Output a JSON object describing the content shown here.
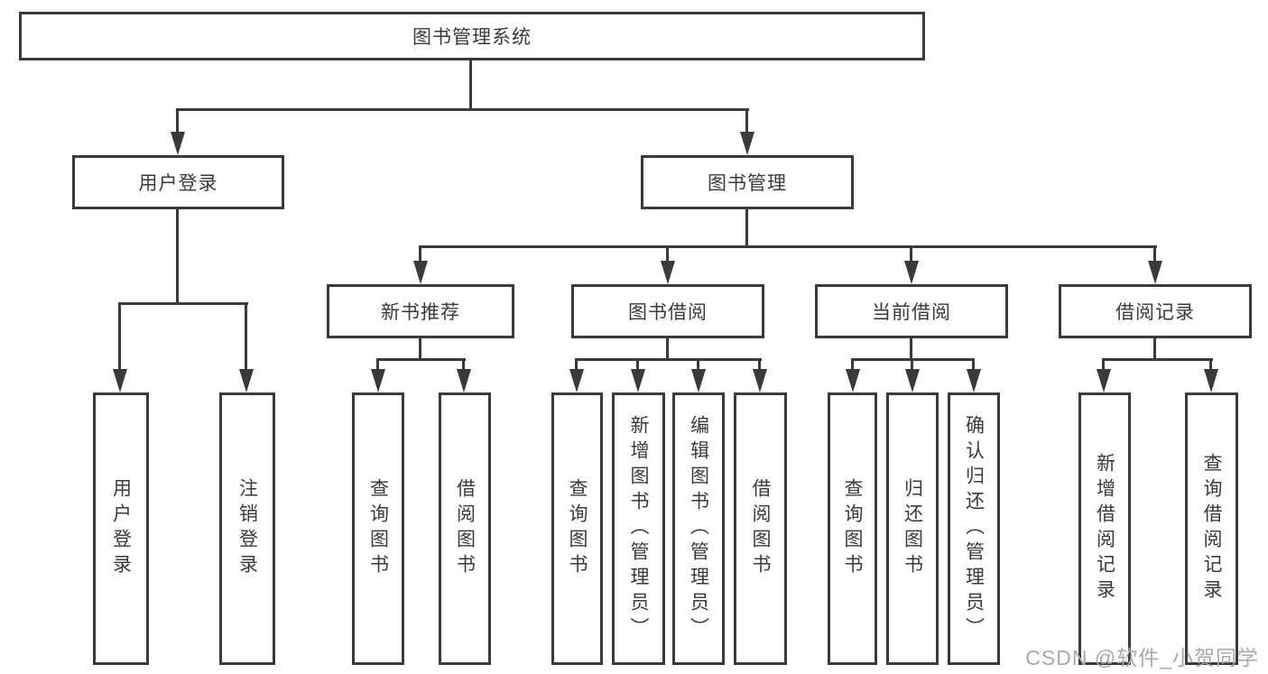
{
  "structure": {
    "label": "图书管理系统",
    "children": [
      {
        "label": "用户登录",
        "children": [
          {
            "label": "用户登录"
          },
          {
            "label": "注销登录"
          }
        ]
      },
      {
        "label": "图书管理",
        "children": [
          {
            "label": "新书推荐",
            "children": [
              {
                "label": "查询图书"
              },
              {
                "label": "借阅图书"
              }
            ]
          },
          {
            "label": "图书借阅",
            "children": [
              {
                "label": "查询图书"
              },
              {
                "label": "新增图书（管理员）"
              },
              {
                "label": "编辑图书（管理员）"
              },
              {
                "label": "借阅图书"
              }
            ]
          },
          {
            "label": "当前借阅",
            "children": [
              {
                "label": "查询图书"
              },
              {
                "label": "归还图书"
              },
              {
                "label": "确认归还（管理员）"
              }
            ]
          },
          {
            "label": "借阅记录",
            "children": [
              {
                "label": "新增借阅记录"
              },
              {
                "label": "查询借阅记录"
              }
            ]
          }
        ]
      }
    ]
  },
  "watermark": {
    "text": "CSDN @软件_小贺同学"
  },
  "colors": {
    "line": "#3a3a3a",
    "text": "#3a3a3a",
    "watermark_text": "#a9a9a9",
    "background": "#ffffff"
  }
}
